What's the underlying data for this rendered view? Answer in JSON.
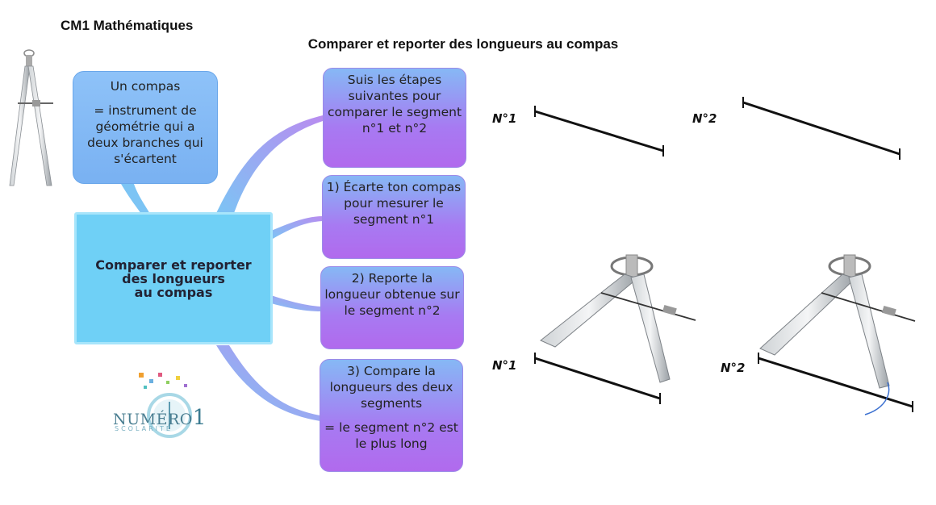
{
  "header": {
    "subject": "CM1 Mathématiques"
  },
  "title": "Comparer et reporter des longueurs au compas",
  "definition": {
    "line1": "Un compas",
    "line2": "= instrument de géométrie qui a deux branches qui s'écartent"
  },
  "central": {
    "line1": "Comparer et reporter",
    "line2": "des longueurs",
    "line3": "au compas"
  },
  "steps": [
    {
      "text": "Suis les étapes suivantes pour comparer le segment n°1 et n°2"
    },
    {
      "text": "1) Écarte ton compas pour mesurer le segment n°1"
    },
    {
      "text": "2) Reporte la longueur obtenue sur le segment n°2"
    },
    {
      "text": "3) Compare la longueurs des deux segments",
      "conclusion": "= le segment n°2 est le plus long"
    }
  ],
  "segments": {
    "top_label_1": "N°1",
    "top_label_2": "N°2",
    "bottom_label_1": "N°1",
    "bottom_label_2": "N°2"
  },
  "logo": {
    "name": "NUMÉRO",
    "digit": "1",
    "tagline": "SCOLARITÉ"
  },
  "colors": {
    "definition_box": "#8ec2f8",
    "central_box": "#6fd0f6",
    "step_box_top": "#86b8f5",
    "step_box_bottom": "#b16aed",
    "branch_blue": "#7cc4f4",
    "branch_purple": "#b98cf0"
  }
}
